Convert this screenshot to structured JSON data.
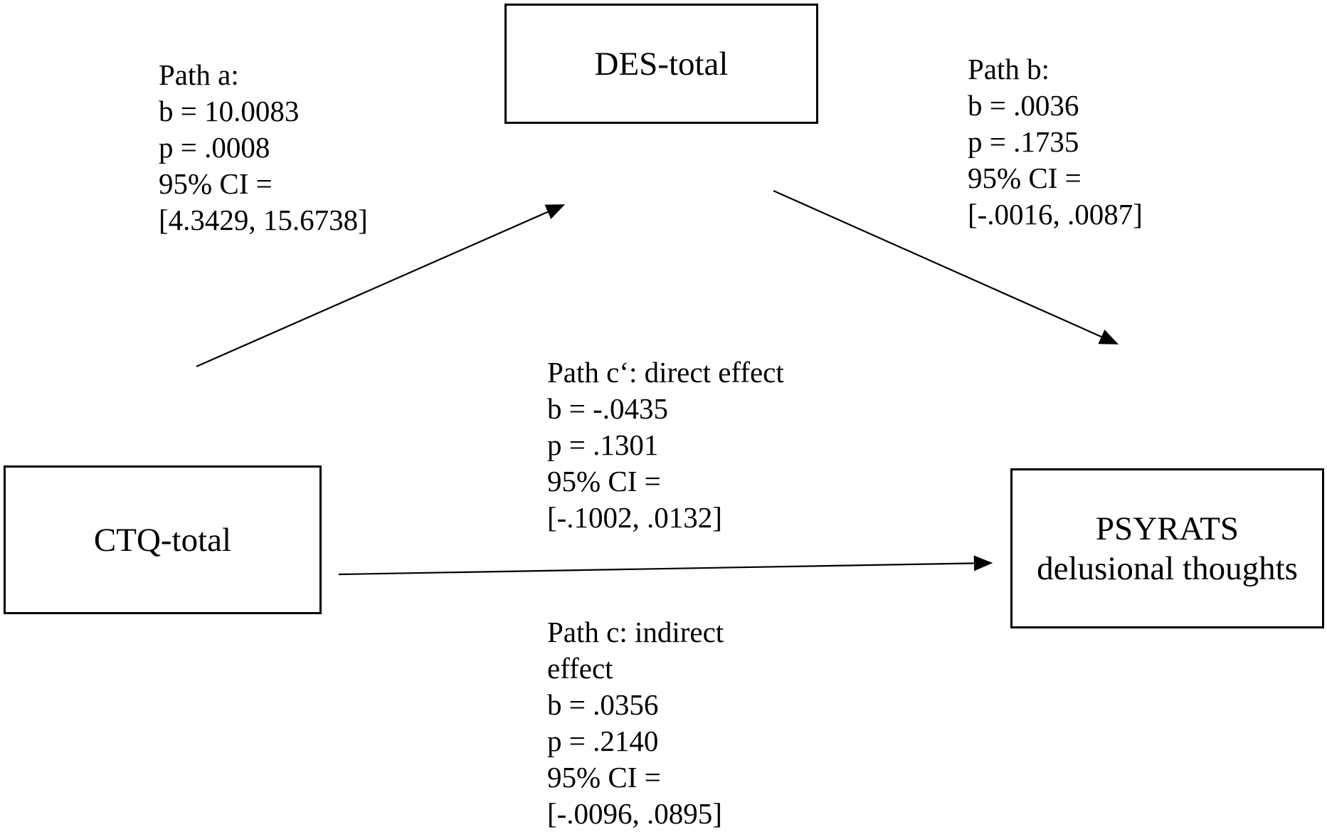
{
  "nodes": {
    "des": {
      "label": "DES-total"
    },
    "ctq": {
      "label": "CTQ-total"
    },
    "psyrats": {
      "line1": "PSYRATS",
      "line2": "delusional thoughts"
    }
  },
  "paths": {
    "a": {
      "title": "Path a:",
      "b": "b = 10.0083",
      "p": "p = .0008",
      "ci_label": "95% CI =",
      "ci": "[4.3429, 15.6738]"
    },
    "b": {
      "title": "Path b:",
      "b": "b = .0036",
      "p": "p = .1735",
      "ci_label": "95% CI =",
      "ci": "[-.0016, .0087]"
    },
    "c_prime": {
      "title": "Path c‘: direct effect",
      "b": "b = -.0435",
      "p": "p = .1301",
      "ci_label": "95% CI =",
      "ci": "[-.1002, .0132]"
    },
    "c": {
      "title_line1": "Path c: indirect",
      "title_line2": "effect",
      "b": "b = .0356",
      "p": "p = .2140",
      "ci_label": "95% CI =",
      "ci": "[-.0096, .0895]"
    }
  }
}
